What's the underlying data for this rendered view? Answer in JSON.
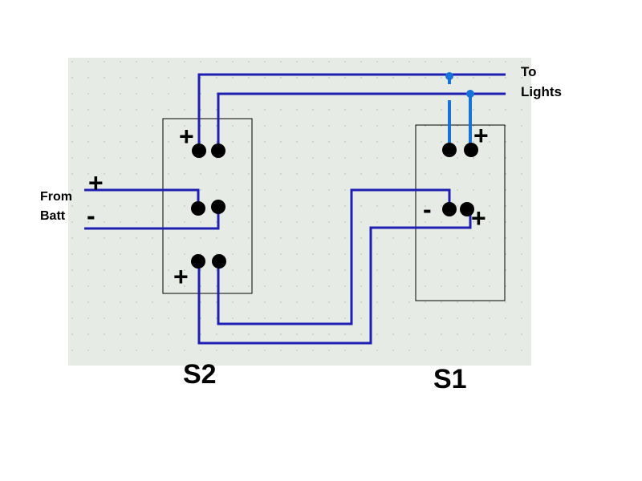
{
  "colors": {
    "background": "#ffffff",
    "grid_panel": "#e6ebe5",
    "grid_dot": "#b9c2b7",
    "wire_dark": "#1f1fb4",
    "wire_light": "#1673d8",
    "terminal": "#000000",
    "switch_outline": "#000000"
  },
  "labels": {
    "to_lights_line1": "To",
    "to_lights_line2": "Lights",
    "from_batt_line1": "From",
    "from_batt_line2": "Batt",
    "batt_plus": "+",
    "batt_minus": "-",
    "s2_label": "S2",
    "s1_label": "S1",
    "s2_top_plus": "+",
    "s2_bottom_plus": "+",
    "s1_top_plus": "+",
    "s1_mid_minus": "-",
    "s1_mid_plus": "+"
  },
  "switches": [
    {
      "name": "S2",
      "terminal_rows": 3
    },
    {
      "name": "S1",
      "terminal_rows": 2
    }
  ]
}
